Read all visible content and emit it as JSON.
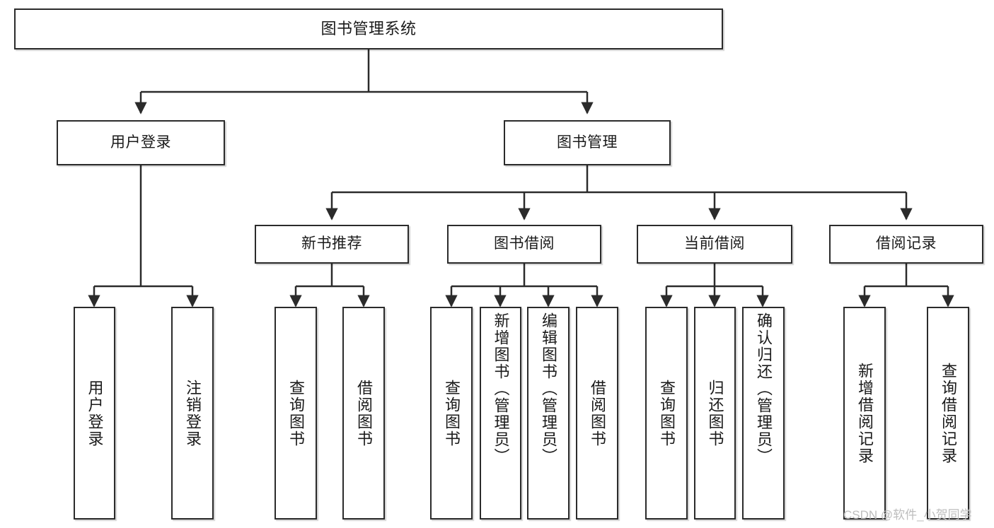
{
  "diagram": {
    "title": "图书管理系统",
    "type": "tree-hierarchy",
    "nodes": {
      "root": {
        "label": "图书管理系统"
      },
      "level1": [
        {
          "id": "user-login",
          "label": "用户登录"
        },
        {
          "id": "book-management",
          "label": "图书管理"
        }
      ],
      "level2": [
        {
          "id": "new-book-recommend",
          "label": "新书推荐"
        },
        {
          "id": "book-borrow",
          "label": "图书借阅"
        },
        {
          "id": "current-borrow",
          "label": "当前借阅"
        },
        {
          "id": "borrow-record",
          "label": "借阅记录"
        }
      ],
      "leaves": {
        "user_login": [
          {
            "id": "leaf-user-login",
            "label": "用户登录"
          },
          {
            "id": "leaf-user-logout",
            "label": "注销登录"
          }
        ],
        "new_book_recommend": [
          {
            "id": "leaf-query-book-1",
            "label": "查询图书"
          },
          {
            "id": "leaf-borrow-book-1",
            "label": "借阅图书"
          }
        ],
        "book_borrow": [
          {
            "id": "leaf-query-book-2",
            "label": "查询图书"
          },
          {
            "id": "leaf-add-book",
            "label": "新增图书（管理员）"
          },
          {
            "id": "leaf-edit-book",
            "label": "编辑图书（管理员）"
          },
          {
            "id": "leaf-borrow-book-2",
            "label": "借阅图书"
          }
        ],
        "current_borrow": [
          {
            "id": "leaf-query-book-3",
            "label": "查询图书"
          },
          {
            "id": "leaf-return-book",
            "label": "归还图书"
          },
          {
            "id": "leaf-confirm-return",
            "label": "确认归还（管理员）"
          }
        ],
        "borrow_record": [
          {
            "id": "leaf-add-record",
            "label": "新增借阅记录"
          },
          {
            "id": "leaf-query-record",
            "label": "查询借阅记录"
          }
        ]
      }
    },
    "colors": {
      "border": "#2b2b2b",
      "fill": "#ffffff",
      "text": "#1a1a1a",
      "connector": "#2b2b2b",
      "watermark": "#bdbdbd"
    }
  },
  "watermark": {
    "text": "CSDN @软件_小贺同学"
  }
}
